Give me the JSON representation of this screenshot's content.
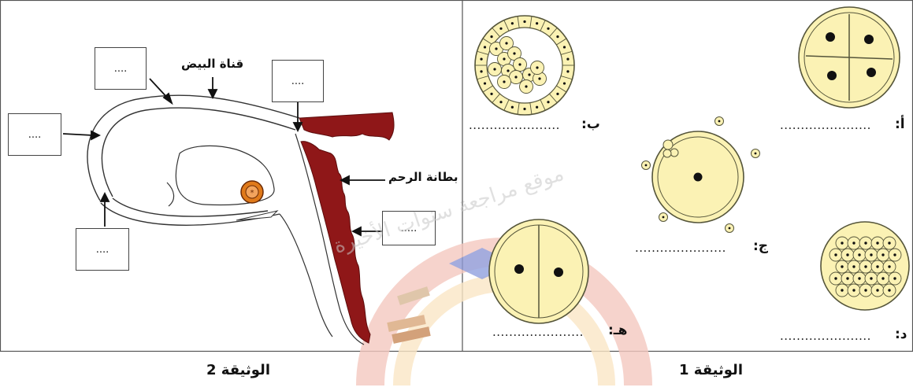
{
  "doc1": {
    "caption": "الوثيقة 1",
    "stages": [
      {
        "letter": "أ:",
        "blank": "......................",
        "name": "four-cell-stage"
      },
      {
        "letter": "ب:",
        "blank": "......................",
        "name": "blastula-stage"
      },
      {
        "letter": "ج:",
        "blank": "......................",
        "name": "fertilized-egg-stage"
      },
      {
        "letter": "د:",
        "blank": "......................",
        "name": "morula-stage"
      },
      {
        "letter": "هـ:",
        "blank": "......................",
        "name": "two-cell-stage"
      }
    ]
  },
  "doc2": {
    "caption": "الوثيقة 2",
    "labels": {
      "oviduct": "قناة البيض",
      "endometrium": "بطانة الرحم"
    },
    "blank_boxes": [
      "....",
      "....",
      "....",
      "....",
      "....."
    ]
  },
  "watermark": {
    "text": "موقع مراجعة سنوات الأخيرة"
  },
  "colors": {
    "cell_fill": "#fbf2b4",
    "cell_stroke": "#55553a",
    "uterus_red": "#8f1718",
    "egg_orange": "#e07a1a",
    "divider": "#555555"
  }
}
